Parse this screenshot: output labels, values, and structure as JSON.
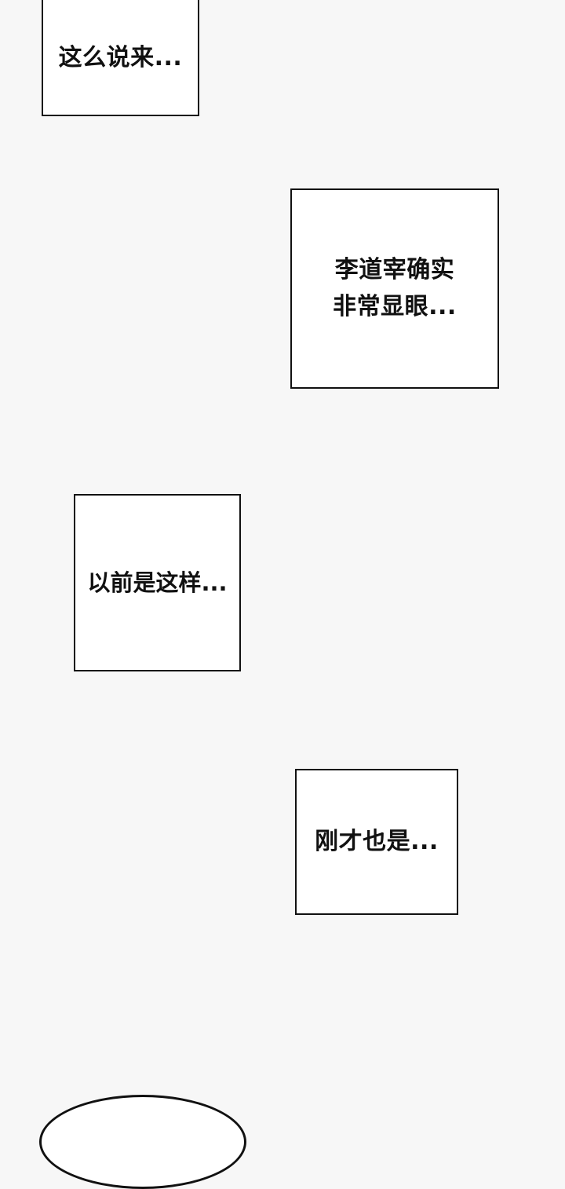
{
  "panels": [
    {
      "id": "box1",
      "lines": [
        "这么说来..."
      ]
    },
    {
      "id": "box2",
      "lines": [
        "李道宰确实",
        "非常显眼..."
      ]
    },
    {
      "id": "box3",
      "lines": [
        "以前是这样..."
      ]
    },
    {
      "id": "box4",
      "lines": [
        "刚才也是..."
      ]
    }
  ],
  "colors": {
    "background": "#f7f7f7",
    "box_fill": "#ffffff",
    "ink": "#111111"
  }
}
